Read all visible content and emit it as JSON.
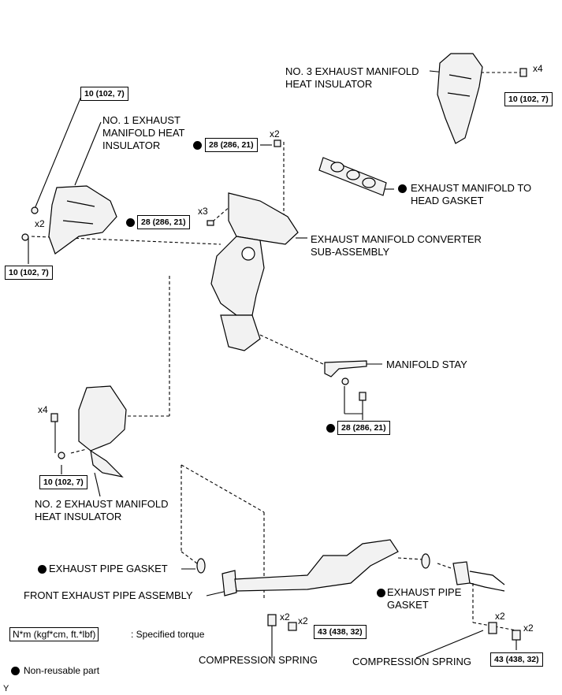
{
  "parts": {
    "no3_insulator": [
      "NO. 3 EXHAUST MANIFOLD",
      "HEAT INSULATOR"
    ],
    "no1_insulator": [
      "NO. 1 EXHAUST",
      "MANIFOLD HEAT",
      "INSULATOR"
    ],
    "head_gasket": [
      "EXHAUST MANIFOLD TO",
      "HEAD GASKET"
    ],
    "converter": [
      "EXHAUST MANIFOLD CONVERTER",
      "SUB-ASSEMBLY"
    ],
    "manifold_stay": "MANIFOLD STAY",
    "no2_insulator": [
      "NO. 2 EXHAUST MANIFOLD",
      "HEAT INSULATOR"
    ],
    "pipe_gasket_left": "EXHAUST PIPE GASKET",
    "front_pipe": "FRONT EXHAUST PIPE ASSEMBLY",
    "pipe_gasket_right": [
      "EXHAUST PIPE",
      "GASKET"
    ],
    "spring_left": "COMPRESSION SPRING",
    "spring_right": "COMPRESSION SPRING"
  },
  "torques": {
    "t1": "10 (102, 7)",
    "t2": "28 (286, 21)",
    "t3": "28 (286, 21)",
    "t4": "10 (102, 7)",
    "t5": "10 (102, 7)",
    "t6": "28 (286, 21)",
    "t7": "10 (102, 7)",
    "t8": "43 (438, 32)",
    "t9": "43 (438, 32)"
  },
  "quantities": {
    "q_no3": "x4",
    "q_top_bolt": "x2",
    "q_no1": "x2",
    "q_studs": "x3",
    "q_no2": "x4",
    "q_spring_l": "x2",
    "q_bolt_l": "x2",
    "q_spring_r": "x2",
    "q_bolt_r": "x2"
  },
  "legend": {
    "torque_box": "N*m (kgf*cm, ft.*lbf)",
    "torque_desc": ": Specified torque",
    "nonreusable": "Non-reusable part"
  },
  "corner_mark": "Y"
}
